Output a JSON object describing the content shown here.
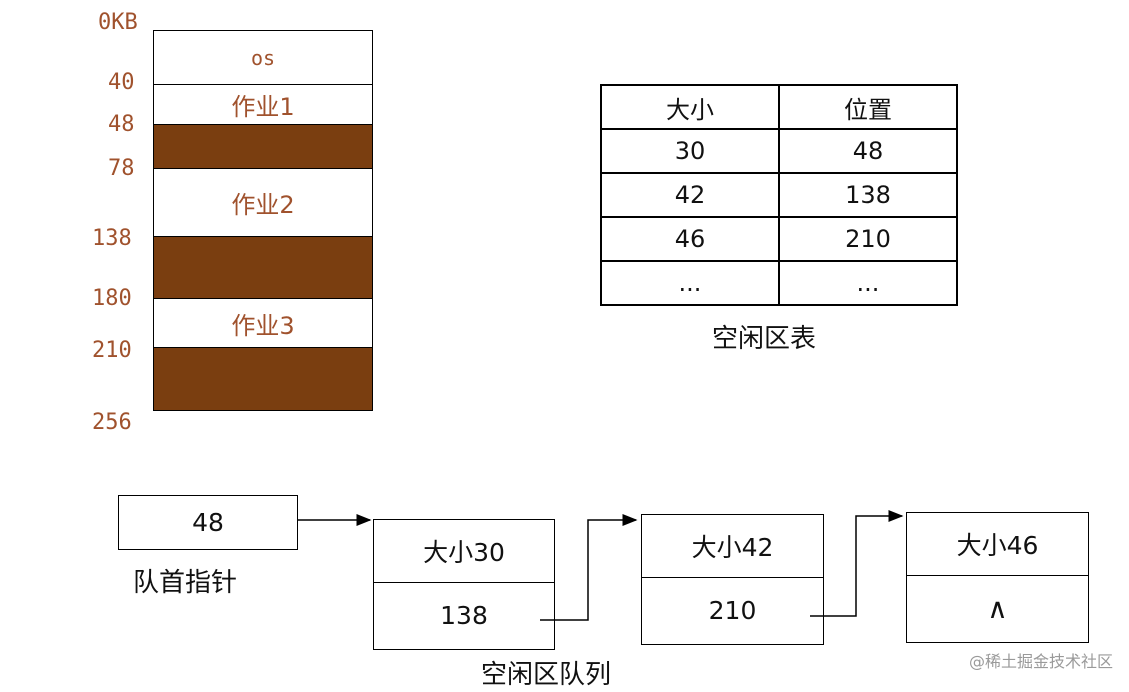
{
  "memory": {
    "addresses": [
      "0KB",
      "40",
      "48",
      "78",
      "138",
      "180",
      "210",
      "256"
    ],
    "os_label": "os",
    "jobs": [
      "作业1",
      "作业2",
      "作业3"
    ]
  },
  "free_table": {
    "headers": [
      "大小",
      "位置"
    ],
    "rows": [
      [
        "30",
        "48"
      ],
      [
        "42",
        "138"
      ],
      [
        "46",
        "210"
      ],
      [
        "...",
        "..."
      ]
    ],
    "caption": "空闲区表"
  },
  "queue": {
    "head_value": "48",
    "head_label": "队首指针",
    "nodes": [
      {
        "size": "大小30",
        "next": "138"
      },
      {
        "size": "大小42",
        "next": "210"
      },
      {
        "size": "大小46",
        "next": "∧"
      }
    ],
    "caption": "空闲区队列"
  },
  "watermark": "@稀土掘金技术社区",
  "colors": {
    "free_block": "#7a3e10",
    "address_text": "#a0522d"
  }
}
